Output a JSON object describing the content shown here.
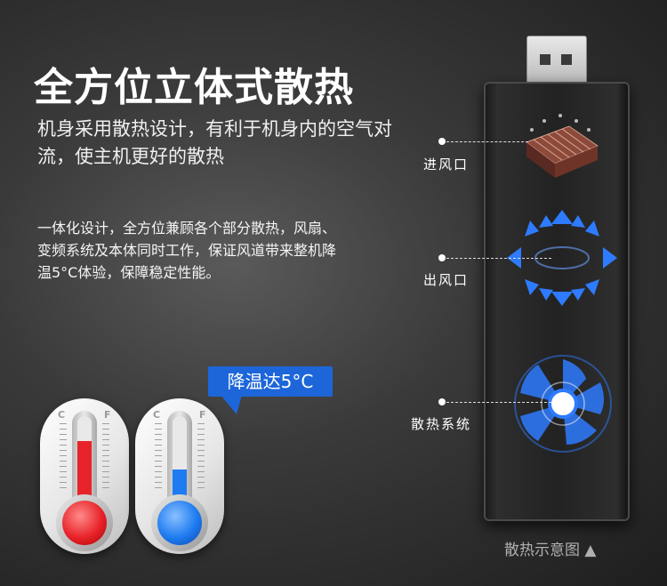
{
  "headline": "全方位立体式散热",
  "subtitle": "机身采用散热设计，有利于机身内的空气对流，使主机更好的散热",
  "description": "一体化设计，全方位兼顾各个部分散热，风扇、变频系统及本体同时工作，保证风道带来整机降温5°C体验，保障稳定性能。",
  "badge": "降温达5°C",
  "thermometers": {
    "scale_left": "C",
    "scale_right": "F",
    "hot_color": "#e8242a",
    "cold_color": "#1e7bf0",
    "hot_level": 0.72,
    "cold_level": 0.4
  },
  "callouts": {
    "inlet": "进风口",
    "outlet": "出风口",
    "cooling": "散热系统"
  },
  "caption": "散热示意图 ▲",
  "colors": {
    "accent_blue": "#1d66d9",
    "arrow_blue": "#2e7bff"
  },
  "icons": [
    "heatsink-icon",
    "airflow-arrows-icon",
    "fan-icon",
    "thermometer-icon",
    "usb-plug-icon"
  ]
}
